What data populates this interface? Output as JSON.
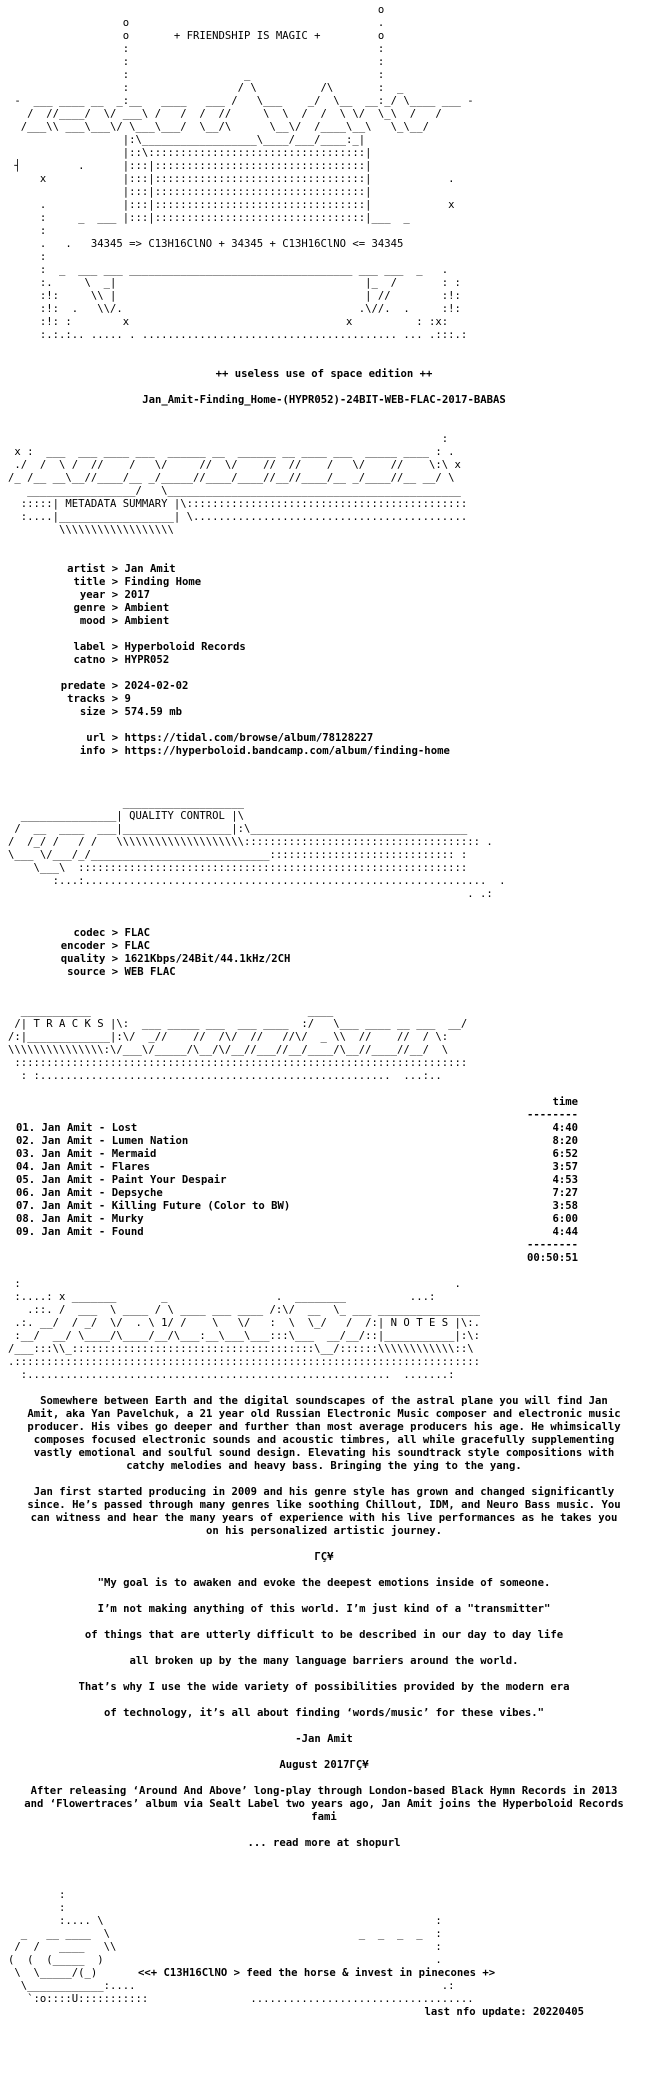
{
  "header_art": "                                                          o\n                  o                                       .\n                  o       + FRIENDSHIP IS MAGIC +         o\n                  :                                       :\n                  :                                       :\n                  :                  _                    :\n                  :                 / \\          /\\       :  _\n -  ___ ____ __  _:__   ____   ___ /   \\___    _/  \\__  __:_/ \\____ ___ -\n   /  //____/  \\/ ___\\ /   /  /  //     \\  \\  /  /  \\ \\/  \\_\\  /   /\n  /___\\\\ ___\\___\\/ \\___\\___/  \\__/\\      \\__\\/  /____\\__\\   \\_\\__/\n                  |:\\__________________\\____/___/____:_|\n                  |::\\::::::::::::::::::::::::::::::::::|\n ┤         .      |:::|:::::::::::::::::::::::::::::::::|\n     x            |:::|:::::::::::::::::::::::::::::::::|            .\n                  |:::|:::::::::::::::::::::::::::::::::|\n     .            |:::|:::::::::::::::::::::::::::::::::|            x\n     :     _  ___ |:::|:::::::::::::::::::::::::::::::::|___  _\n     :\n     .   .   34345 => C13H16ClNO + 34345 + C13H16ClNO <= 34345\n     :\n     :  _  ___ ___ ___________________________________ ___ ___  _   .\n     :.     \\  _|                                       |_  /       : :\n     :!:     \\\\ |                                       | //        :!:\n     :!:  .   \\\\/.                                     .\\//.  .     :!:\n     :!: :        x                                  x          : :x:\n     :.:.:.. ..... . ........................................ ... .:::.:",
  "intro": {
    "edition": "++ useless use of space edition ++",
    "release": "Jan_Amit-Finding_Home-(HYPR052)-24BIT-WEB-FLAC-2017-BABAS"
  },
  "metadata_art": "                                                                    :\n x :  ___  ___ ____ ___  ______ __  ______ __ ____ ___  _____ ____ : .\n ./  /  \\ /  //    /   \\/     //  \\/    //  //    /   \\/    //    \\:\\ x\n/_ /__ __\\__//____/__ _/_____//____/____//__//____/__ _/____//__ __/ \\\n   _________________/   \\______________________________________________\n  :::::| METADATA SUMMARY |\\::::::::::::::::::::::::::::::::::::::::::::\n  :....|__________________| \\...........................................\n        \\\\\\\\\\\\\\\\\\\\\\\\\\\\\\\\\\\\",
  "metadata": {
    "artist": "Jan Amit",
    "title": "Finding Home",
    "year": "2017",
    "genre": "Ambient",
    "mood": "Ambient",
    "label": "Hyperboloid Records",
    "catno": "HYPR052",
    "predate": "2024-02-02",
    "tracks": "9",
    "size": "574.59 mb",
    "url": "https://tidal.com/browse/album/78128227",
    "info": "https://hyperboloid.bandcamp.com/album/finding-home"
  },
  "quality_art": "                  ___________________\n  _______________| QUALITY CONTROL |\\\n /  __  ____  ___|_________________|:\\__________________________________\n/  /_/ /   / /   \\\\\\\\\\\\\\\\\\\\\\\\\\\\\\\\\\\\\\\\::::::::::::::::::::::::::::::::::::: .\n\\___ \\/___/_/____________________________::::::::::::::::::::::::::::: :\n    \\___\\  :::::::::::::::::::::::::::::::::::::::::::::::::::::::::::::\n       :...:...............................................................  .\n                                                                        . .:",
  "quality": {
    "codec": "FLAC",
    "encoder": "FLAC",
    "quality": "1621Kbps/24Bit/44.1kHz/2CH",
    "source": "WEB FLAC"
  },
  "tracks_art": "  ___________                                  ____\n /| T R A C K S |\\:  ___ _____ ___  ___ ____  :/   \\___ ____ __ ___  __/\n/:|_____________|:\\/  _//    //  /\\/  //   //\\/  _ \\\\  //    //  / \\:\n\\\\\\\\\\\\\\\\\\\\\\\\\\\\\\:\\/___\\/_____/\\__/\\/__//___//__/____/\\__//____//__/  \\\n :::::::::::::::::::::::::::::::::::::::::::::::::::::::::::::::::::::::\n  : :.......................................................  ...:..",
  "tracklist": {
    "time_header": "time",
    "divider": "--------",
    "items": [
      {
        "num": "01.",
        "title": "Jan Amit - Lost",
        "time": "4:40"
      },
      {
        "num": "02.",
        "title": "Jan Amit - Lumen Nation",
        "time": "8:20"
      },
      {
        "num": "03.",
        "title": "Jan Amit - Mermaid",
        "time": "6:52"
      },
      {
        "num": "04.",
        "title": "Jan Amit - Flares",
        "time": "3:57"
      },
      {
        "num": "05.",
        "title": "Jan Amit - Paint Your Despair",
        "time": "4:53"
      },
      {
        "num": "06.",
        "title": "Jan Amit - Depsyche",
        "time": "7:27"
      },
      {
        "num": "07.",
        "title": "Jan Amit - Killing Future (Color to BW)",
        "time": "3:58"
      },
      {
        "num": "08.",
        "title": "Jan Amit - Murky",
        "time": "6:00"
      },
      {
        "num": "09.",
        "title": "Jan Amit - Found",
        "time": "4:44"
      }
    ],
    "total": "00:50:51"
  },
  "notes_art": " :                                                                    .\n :....: x _______       _                 .  ________          ...:\n   .::. /  ___  \\ ____ / \\ ____ ___ ____ /:\\/  __  \\_ ___ ________________\n .:. __/  / _/  \\/  . \\ 1/ /    \\   \\/   :  \\  \\_/   /  /:| N O T E S |\\:.\n :__/  __/ \\____/\\____/__/\\___:__\\___\\___:::\\___  __/__/::|___________|:\\:\n/___:::\\\\_::::::::::::::::::::::::::::::::::::::\\__/::::::\\\\\\\\\\\\\\\\\\\\\\\\::\\\n.:::::::::::::::::::::::::::::::::::::::::::::::::::::::::::::::::::::::::\n  :.........................................................  .......:",
  "notes": {
    "p1": "Somewhere between Earth and the digital soundscapes of the astral plane you will find Jan Amit, aka Yan Pavelchuk, a 21 year old Russian Electronic Music composer and electronic music producer. His vibes go deeper and further than most average producers his age. He whimsically composes focused electronic sounds and acoustic timbres, all while gracefully supplementing vastly emotional and soulful sound design. Elevating his soundtrack style compositions with catchy melodies and heavy bass. Bringing the ying to the yang.",
    "p2": "Jan first started producing in 2009 and his genre style has grown and changed significantly since. He’s passed through many genres like soothing Chillout, IDM, and Neuro Bass music. You can witness and hear the many years of experience with his live performances as he takes you on his personalized artistic journey.",
    "sep": "ΓÇ¥",
    "q1": "\"My goal is to awaken and evoke the deepest emotions inside of someone.",
    "q2": "I’m not making anything of this world. I’m just kind of a \"transmitter\"",
    "q3": "of things that are utterly difficult to be described in our day to day life",
    "q4": "all broken up by the many language barriers around the world.",
    "q5": "That’s why I use the wide variety of possibilities provided by the modern era",
    "q6": "of technology, it’s all about finding ‘words/music’ for these vibes.\"",
    "sig": "-Jan Amit",
    "date": "August 2017ΓÇ¥",
    "p3": "After releasing ‘Around And Above’ long-play through London-based Black Hymn Records in 2013 and ‘Flowertraces’ album via Sealt Label two years ago, Jan Amit joins the Hyperboloid Records fami",
    "more": "... read more at shopurl"
  },
  "footer_art": "        :\n        :\n        :.... \\                                                    :\n  _   __ ____  \\                                       _  _  _  _  :\n /  /   ____   \\\\                                                  :\n(  (  (_____  )                                                    .\n \\  \\_____/(_)                                                     :\n  \\____________:....                                                .:\n   `:o::::U:::::::::::                ...................................",
  "footer_slogan": "<<+ C13H16ClNO > feed the horse & invest in pinecones +>",
  "last_update": "last nfo update: 20220405"
}
